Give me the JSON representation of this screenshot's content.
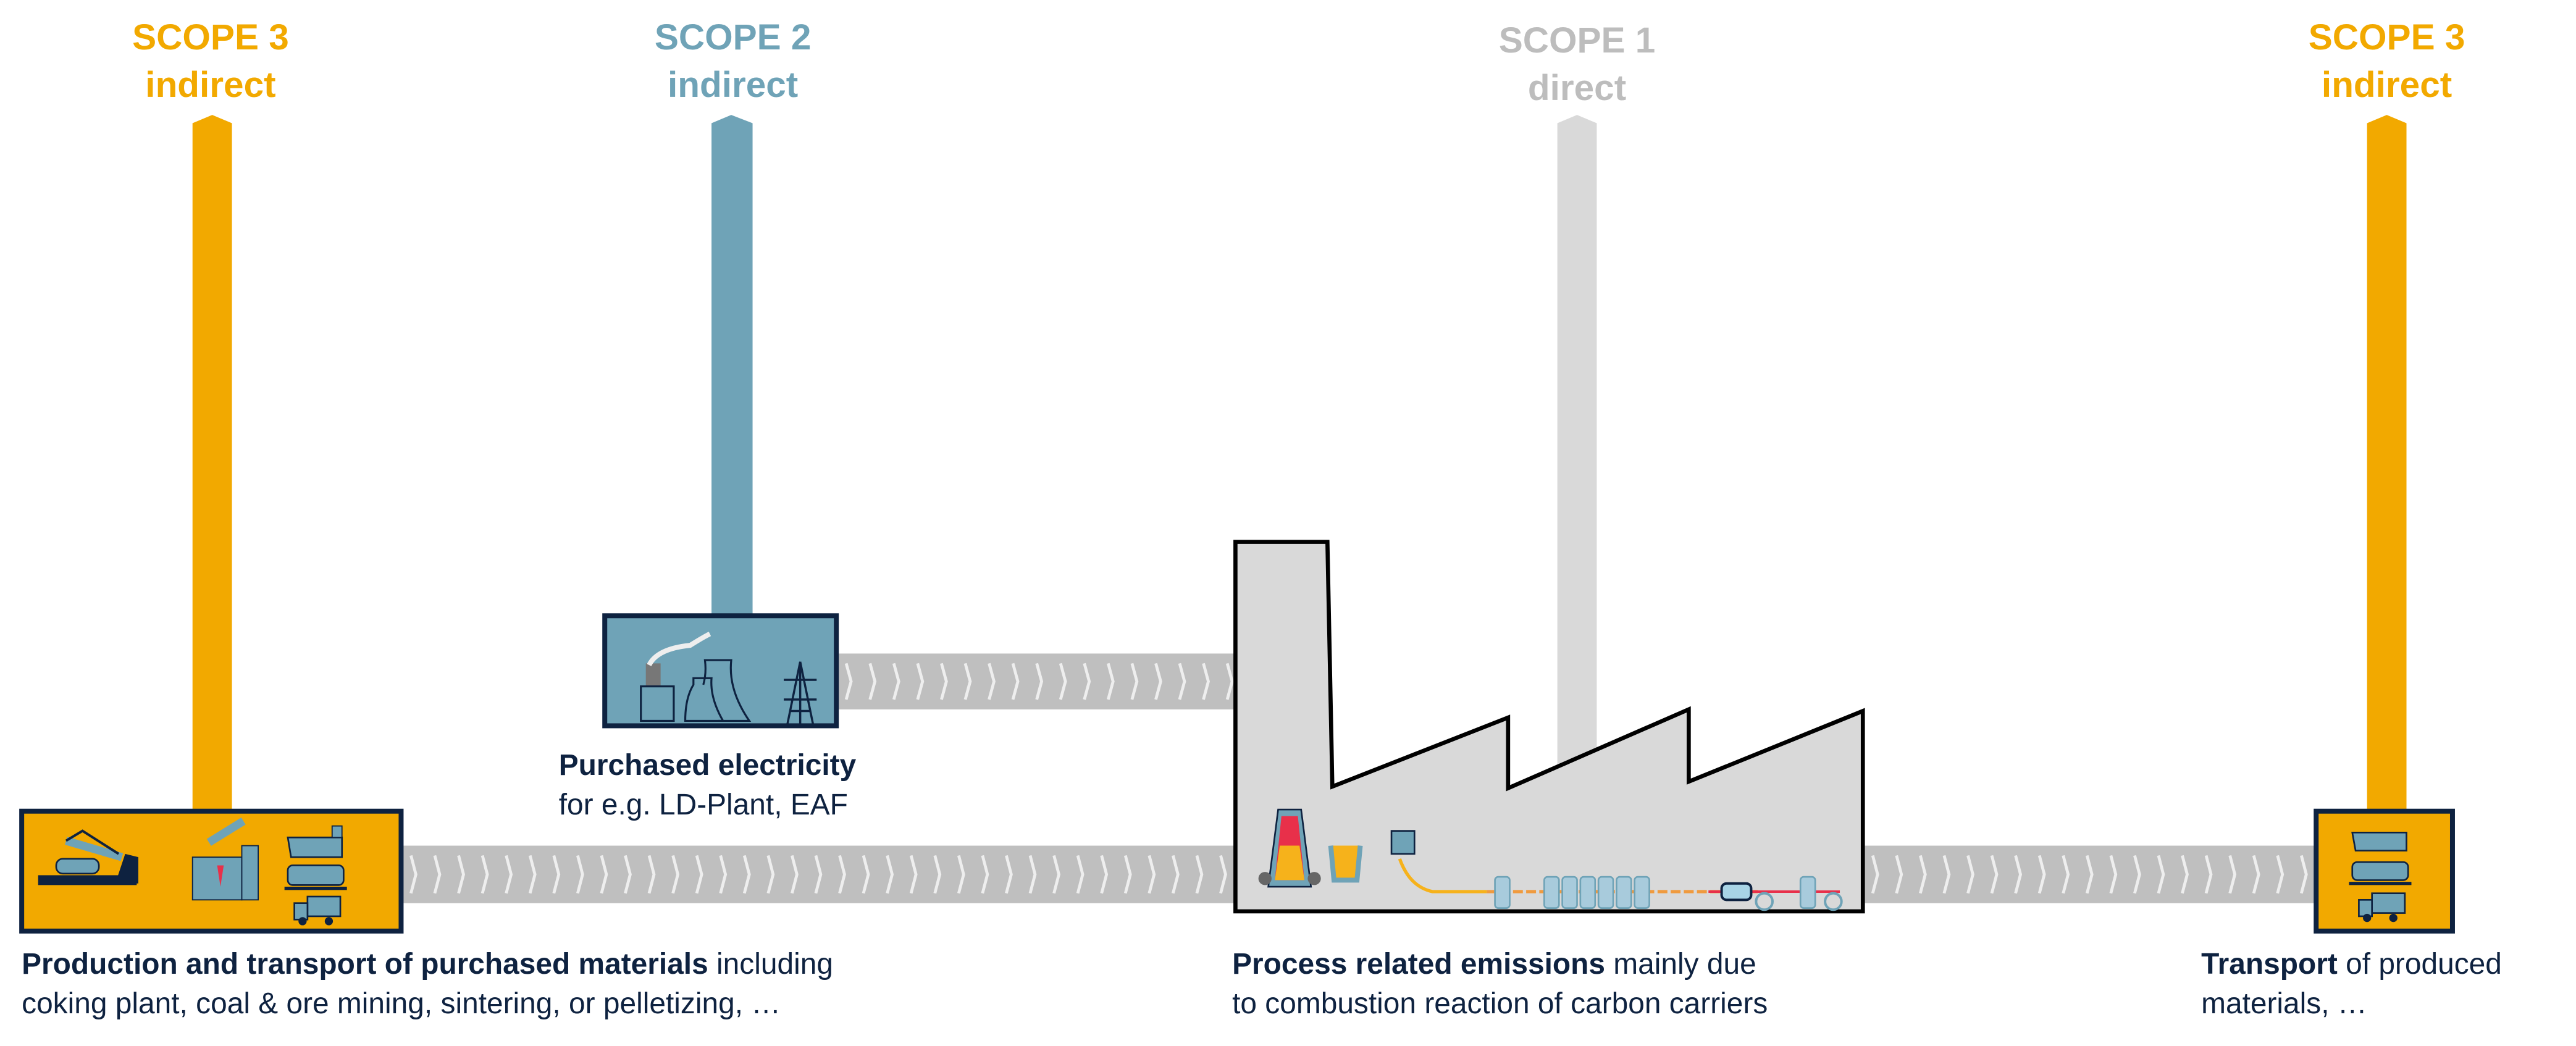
{
  "colors": {
    "scope3": "#F2A900",
    "scope2": "#6FA3B7",
    "scope1": "#BDBDBD",
    "navy": "#0E2240",
    "conveyor": "#BFBFBF",
    "factory": "#D9D9D9"
  },
  "scopes": [
    {
      "title": "SCOPE 3",
      "subtitle": "indirect"
    },
    {
      "title": "SCOPE 2",
      "subtitle": "indirect"
    },
    {
      "title": "SCOPE 1",
      "subtitle": "direct"
    },
    {
      "title": "SCOPE 3",
      "subtitle": "indirect"
    }
  ],
  "captions": {
    "materials": {
      "bold": "Production and transport of purchased materials",
      "rest": " including",
      "line2": "coking plant, coal & ore mining, sintering, or pelletizing, …"
    },
    "electricity": {
      "bold": "Purchased electricity",
      "line2": "for e.g. LD-Plant, EAF"
    },
    "process": {
      "bold": "Process related emissions",
      "rest": " mainly due",
      "line2": "to combustion reaction of carbon carriers"
    },
    "transport": {
      "bold": "Transport",
      "rest": " of produced",
      "line2": "materials, …"
    }
  }
}
